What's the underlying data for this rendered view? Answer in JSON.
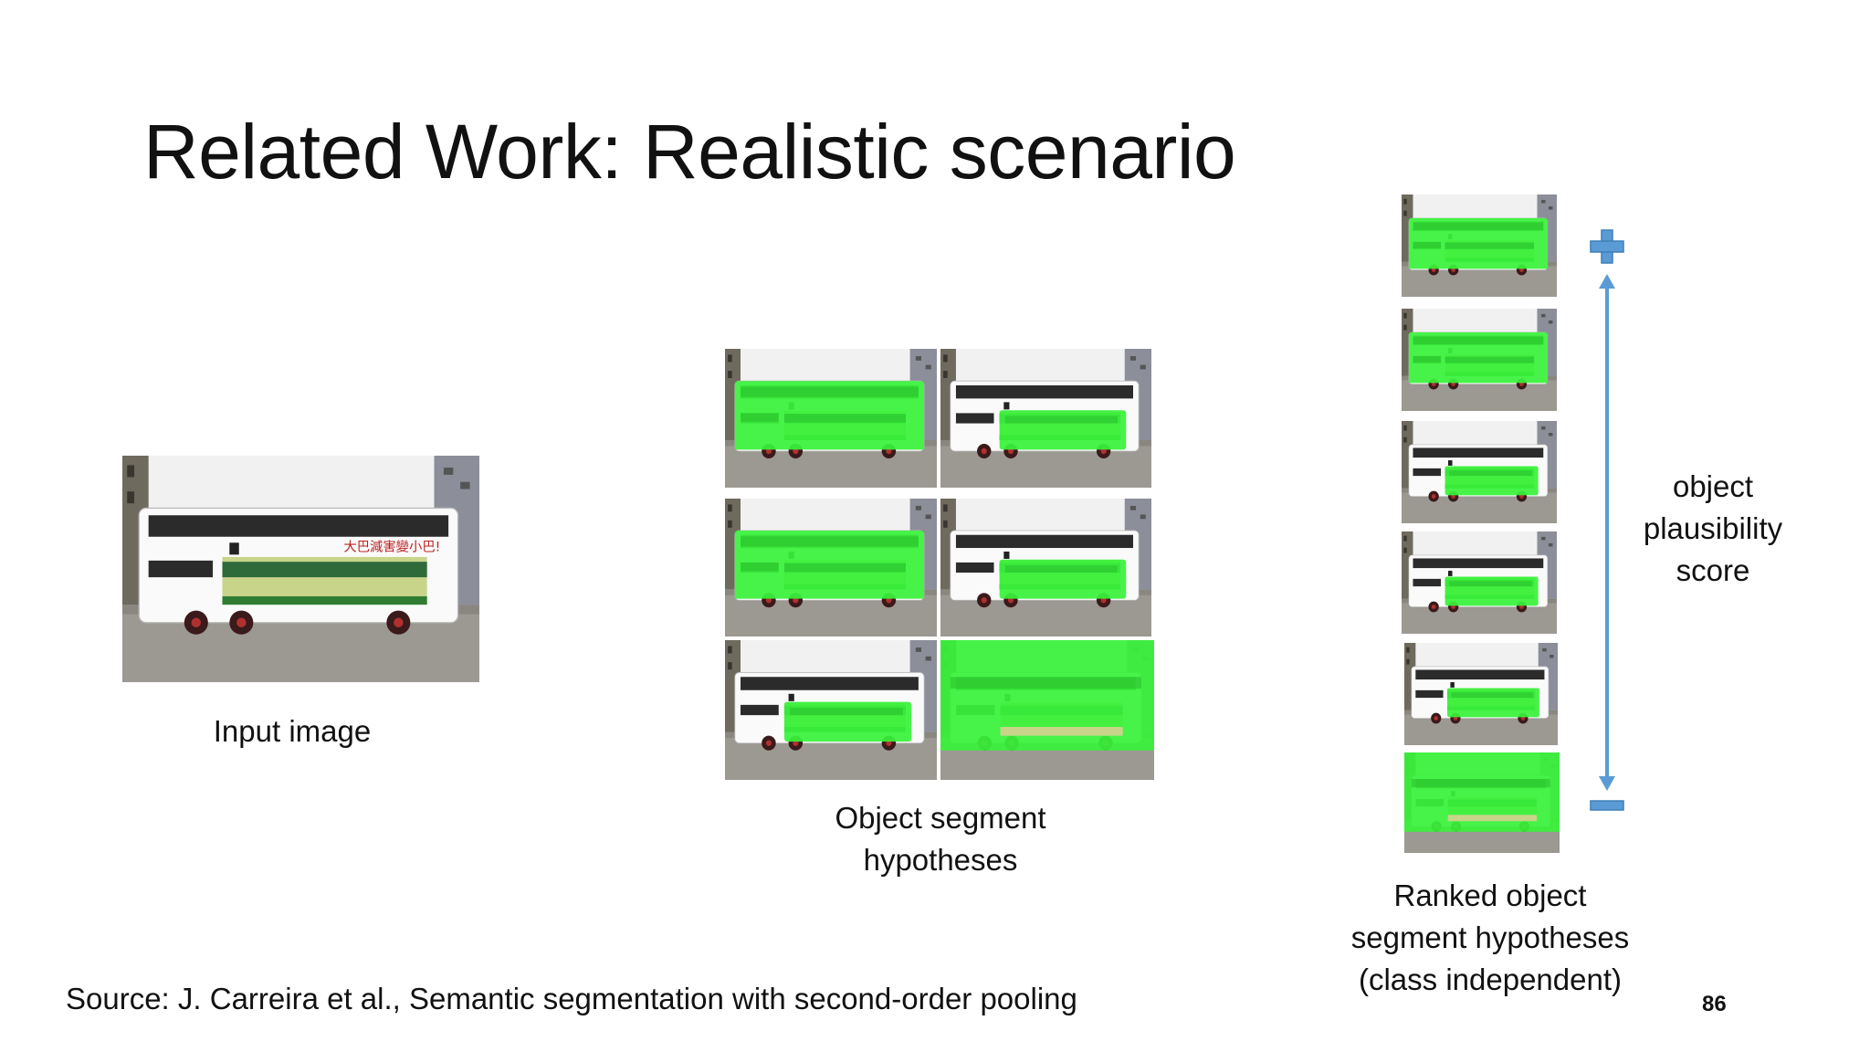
{
  "slide": {
    "title": "Related Work: Realistic scenario",
    "input_caption": "Input image",
    "hypotheses_caption_line1": "Object segment",
    "hypotheses_caption_line2": "hypotheses",
    "ranked_caption_line1": "Ranked object",
    "ranked_caption_line2": "segment hypotheses",
    "ranked_caption_line3": "(class independent)",
    "score_label_line1": "object",
    "score_label_line2": "plausibility",
    "score_label_line3": "score",
    "source": "Source: J. Carreira et al., Semantic segmentation with second-order pooling",
    "page_number": "86"
  },
  "bus_signage": "大巴減害變小巴!",
  "colors": {
    "segment_green": "#39f23a",
    "arrow_blue": "#5b9bd5",
    "text": "#111111"
  },
  "icons": {
    "plus": "plus-icon",
    "minus": "minus-icon",
    "arrow": "double-arrow-icon"
  }
}
